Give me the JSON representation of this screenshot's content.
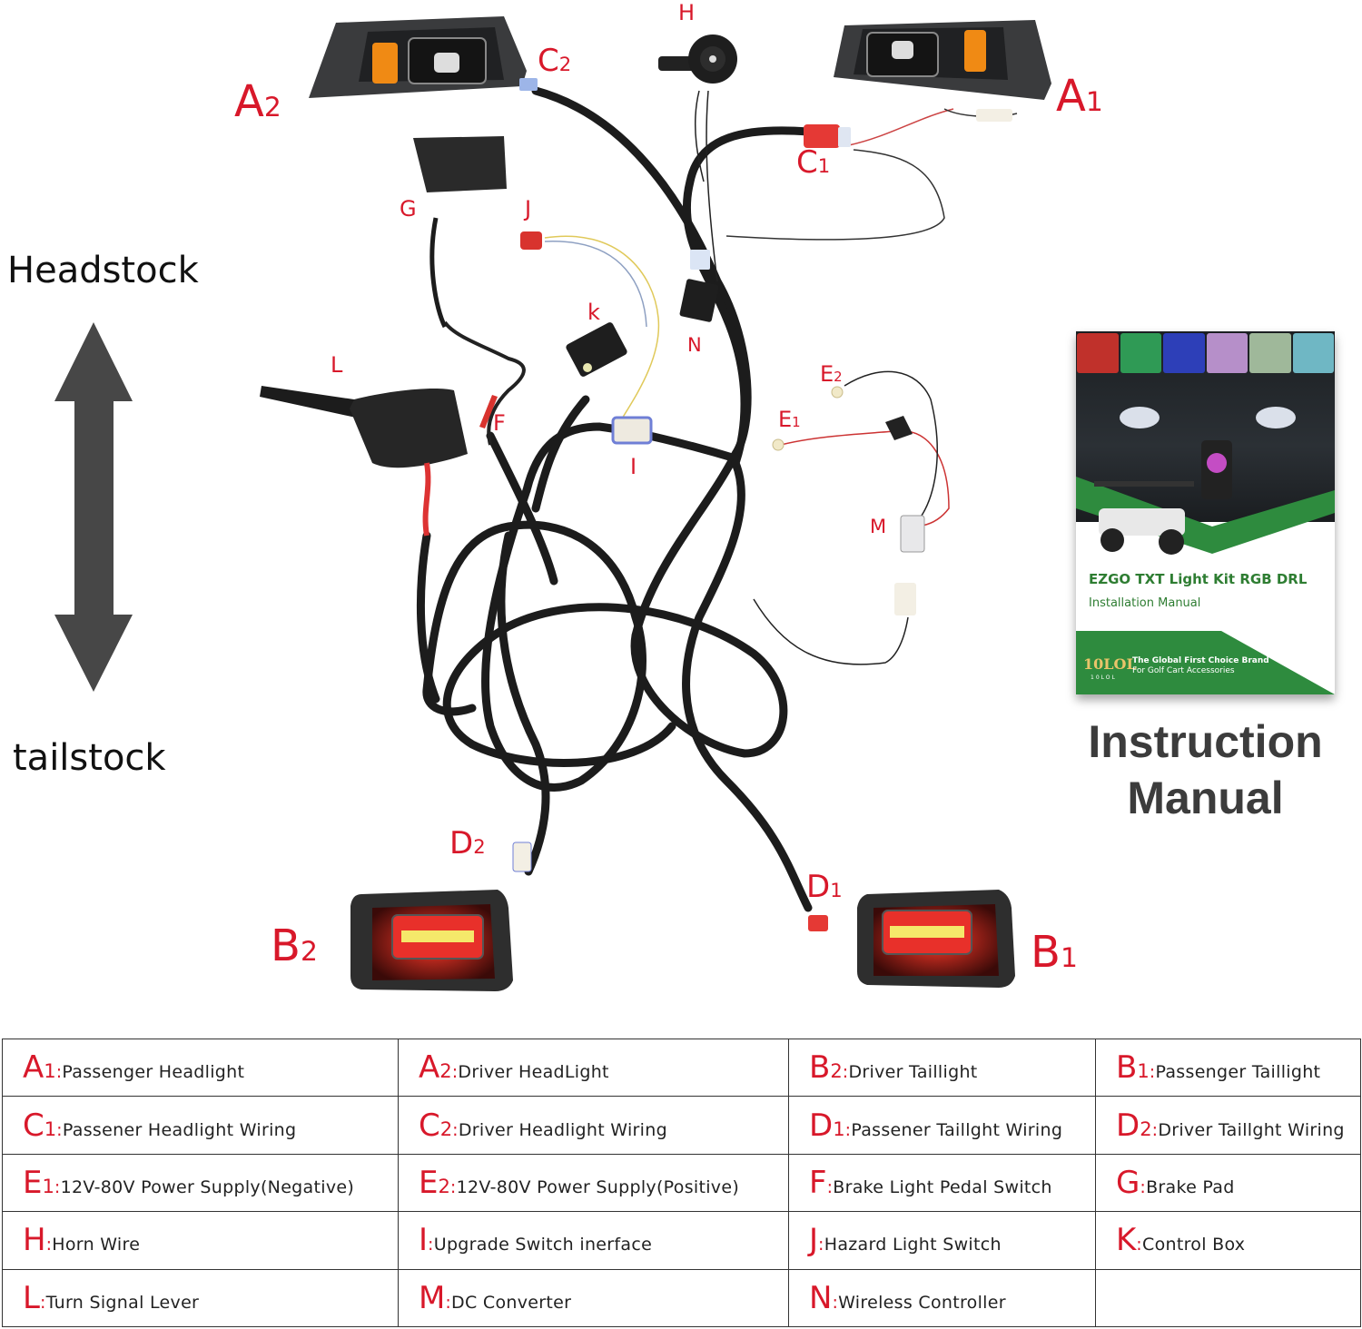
{
  "orientation": {
    "top_label": "Headstock",
    "bottom_label": "tailstock",
    "arrow_icon": "double-vertical-arrow",
    "arrow_color": "#474747"
  },
  "callouts": {
    "A1": {
      "letter": "A",
      "sub": "1"
    },
    "A2": {
      "letter": "A",
      "sub": "2"
    },
    "B1": {
      "letter": "B",
      "sub": "1"
    },
    "B2": {
      "letter": "B",
      "sub": "2"
    },
    "C1": {
      "letter": "C",
      "sub": "1"
    },
    "C2": {
      "letter": "C",
      "sub": "2"
    },
    "D1": {
      "letter": "D",
      "sub": "1"
    },
    "D2": {
      "letter": "D",
      "sub": "2"
    },
    "E1": {
      "letter": "E",
      "sub": "1"
    },
    "E2": {
      "letter": "E",
      "sub": "2"
    },
    "F": "F",
    "G": "G",
    "H": "H",
    "I": "I",
    "J": "J",
    "K": "k",
    "L": "L",
    "M": "M",
    "N": "N"
  },
  "manual": {
    "cover_title": "EZGO TXT Light Kit RGB DRL",
    "cover_subtitle": "Installation Manual",
    "brand_logo": "10LOL",
    "brand_logo_sub": "10LOL",
    "tagline_1": "The Global First Choice Brand",
    "tagline_2": "For Golf Cart Accessories",
    "caption": "Instruction Manual",
    "brand_green": "#2e8b3e",
    "thumb_colors": [
      "#c0312b",
      "#2f9a55",
      "#2d3fb8",
      "#b68fc9",
      "#9fb89a",
      "#6fb7c4"
    ]
  },
  "colors": {
    "accent_red": "#d8182a",
    "harness_black": "#1c1c1c",
    "amber": "#f08a14",
    "taillight_red": "#e8302a",
    "taillight_bar": "#f5e86a"
  },
  "legend": {
    "rows": [
      [
        {
          "letter": "A",
          "sub": "1",
          "colon": ":",
          "text": "Passenger Headlight"
        },
        {
          "letter": "A",
          "sub": "2",
          "colon": ":",
          "text": "Driver HeadLight"
        },
        {
          "letter": "B",
          "sub": "2",
          "colon": ":",
          "text": "Driver Taillight"
        },
        {
          "letter": "B",
          "sub": "1",
          "colon": ":",
          "text": "Passenger Taillight"
        }
      ],
      [
        {
          "letter": "C",
          "sub": "1",
          "colon": ":",
          "text": "Passener Headlight Wiring"
        },
        {
          "letter": "C",
          "sub": "2",
          "colon": ":",
          "text": "Driver Headlight Wiring"
        },
        {
          "letter": "D",
          "sub": "1",
          "colon": ":",
          "text": "Passener Taillght Wiring"
        },
        {
          "letter": "D",
          "sub": "2",
          "colon": ":",
          "text": "Driver Taillght Wiring"
        }
      ],
      [
        {
          "letter": "E",
          "sub": "1",
          "colon": ":",
          "text": "12V-80V Power Supply(Negative)"
        },
        {
          "letter": "E",
          "sub": "2",
          "colon": ":",
          "text": "12V-80V Power Supply(Positive)"
        },
        {
          "letter": "F",
          "sub": "",
          "colon": ":",
          "text": "Brake Light Pedal Switch"
        },
        {
          "letter": "G",
          "sub": "",
          "colon": ":",
          "text": "Brake Pad"
        }
      ],
      [
        {
          "letter": "H",
          "sub": "",
          "colon": ":",
          "text": "Horn Wire"
        },
        {
          "letter": "I",
          "sub": "",
          "colon": ":",
          "text": "Upgrade Switch inerface"
        },
        {
          "letter": "J",
          "sub": "",
          "colon": ":",
          "text": "Hazard Light Switch"
        },
        {
          "letter": "K",
          "sub": "",
          "colon": ":",
          "text": "Control Box"
        }
      ],
      [
        {
          "letter": "L",
          "sub": "",
          "colon": ":",
          "text": "Turn Signal Lever"
        },
        {
          "letter": "M",
          "sub": "",
          "colon": ":",
          "text": "DC Converter"
        },
        {
          "letter": "N",
          "sub": "",
          "colon": ":",
          "text": "Wireless Controller"
        },
        {
          "letter": "",
          "sub": "",
          "colon": "",
          "text": ""
        }
      ]
    ]
  }
}
